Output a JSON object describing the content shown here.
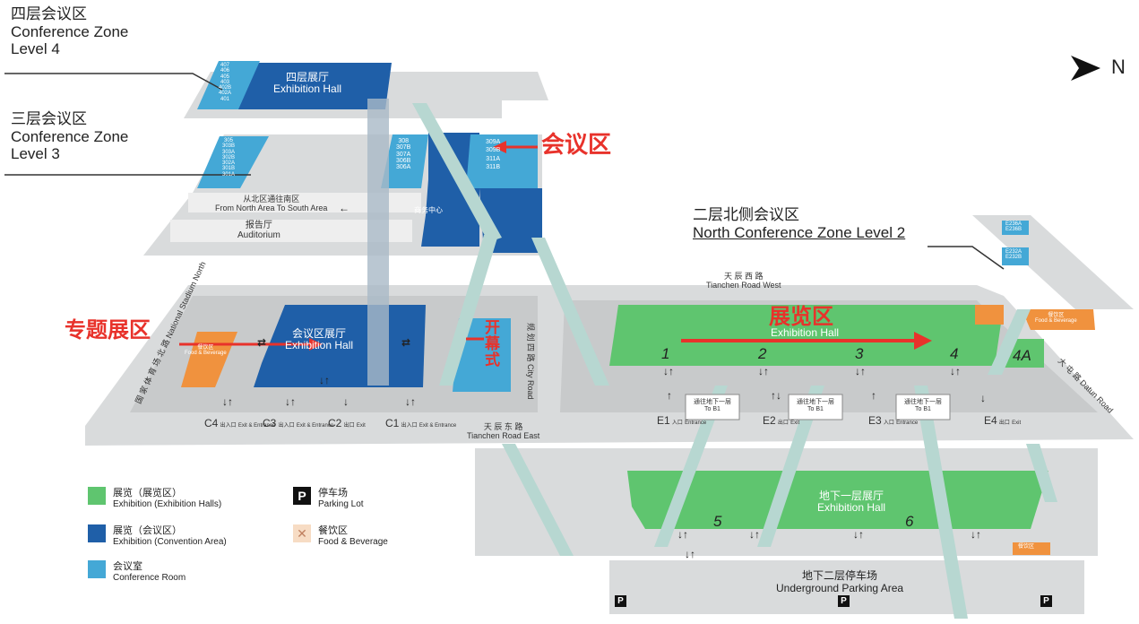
{
  "colors": {
    "exhibition_green": "#5fc56f",
    "convention_blue": "#1f5fa8",
    "conference_cyan": "#44a8d6",
    "food_orange": "#f0923e",
    "floor_gray": "#d9dbdc",
    "accent_red": "#e8322b"
  },
  "north_label": "N",
  "zones": {
    "level4": {
      "cn": "四层会议区",
      "en1": "Conference Zone",
      "en2": "Level 4"
    },
    "level3": {
      "cn": "三层会议区",
      "en1": "Conference Zone",
      "en2": "Level 3"
    },
    "level2_north": {
      "cn": "二层北侧会议区",
      "en": "North Conference Zone Level 2"
    }
  },
  "halls": {
    "l4_hall": {
      "cn": "四层展厅",
      "en": "Exhibition Hall"
    },
    "conf_hall": {
      "cn": "会议区展厅",
      "en": "Exhibition Hall"
    },
    "exhibition": {
      "cn": "展览区",
      "en": "Exhibition Hall"
    },
    "b1_hall": {
      "cn": "地下一层展厅",
      "en": "Exhibition Hall"
    },
    "parking": {
      "cn": "地下二层停车场",
      "en": "Underground Parking Area"
    },
    "auditorium": {
      "cn": "报告厅",
      "en": "Auditorium"
    },
    "north_to_south": {
      "cn": "从北区通往南区",
      "en": "From North Area To South Area"
    },
    "business_center": "商务中心",
    "food": {
      "cn": "餐饮区",
      "en": "Food & Beverage"
    }
  },
  "rooms_l4": [
    "407",
    "406",
    "405",
    "403",
    "402B",
    "402A",
    "401"
  ],
  "rooms_l3_left": [
    "305",
    "303B",
    "303A",
    "302B",
    "302A",
    "301B",
    "301A"
  ],
  "rooms_l3_mid": [
    "308",
    "307B",
    "307A",
    "306B",
    "306A"
  ],
  "rooms_l3_right": [
    "309A",
    "309B",
    "311A",
    "311B"
  ],
  "rooms_l2_north": [
    "E236A",
    "E236B",
    "E232A",
    "E232B"
  ],
  "red_labels": {
    "conference": "会议区",
    "special": "专题展区",
    "opening": "开幕式",
    "exhibition": "展览区"
  },
  "roads": {
    "tianchen_west": {
      "cn": "天 辰 西 路",
      "en": "Tianchen Road West"
    },
    "tianchen_east": {
      "cn": "天 辰 东 路",
      "en": "Tianchen Road East"
    },
    "city_road": {
      "cn": "规 划 四 路",
      "en": "City Road"
    },
    "national_stadium": {
      "cn": "国 家 体 育 场 北 路",
      "en": "National Stadium North"
    },
    "datun": {
      "cn": "大 屯 路",
      "en": "Datun Road"
    }
  },
  "hall_numbers": [
    "1",
    "2",
    "3",
    "4",
    "4A",
    "5",
    "6"
  ],
  "gates": [
    {
      "id": "C4",
      "cn": "出入口",
      "en": "Exit & Entrance"
    },
    {
      "id": "C3",
      "cn": "出入口",
      "en": "Exit & Entrance"
    },
    {
      "id": "C2",
      "cn": "出口",
      "en": "Exit"
    },
    {
      "id": "C1",
      "cn": "出入口",
      "en": "Exit & Entrance"
    },
    {
      "id": "E1",
      "cn": "入口",
      "en": "Entrance"
    },
    {
      "id": "E2",
      "cn": "出口",
      "en": "Exit"
    },
    {
      "id": "E3",
      "cn": "入口",
      "en": "Entrance"
    },
    {
      "id": "E4",
      "cn": "出口",
      "en": "Exit"
    }
  ],
  "to_b1": {
    "cn": "通往地下一层",
    "en": "To B1"
  },
  "legend": [
    {
      "cn": "展览（展览区）",
      "en": "Exhibition (Exhibition Halls)",
      "color": "#5fc56f"
    },
    {
      "cn": "展览（会议区）",
      "en": "Exhibition (Convention Area)",
      "color": "#1f5fa8"
    },
    {
      "cn": "会议室",
      "en": "Conference Room",
      "color": "#44a8d6"
    },
    {
      "cn": "停车场",
      "en": "Parking Lot",
      "icon": "parking-icon"
    },
    {
      "cn": "餐饮区",
      "en": "Food & Beverage",
      "icon": "food-icon"
    }
  ]
}
